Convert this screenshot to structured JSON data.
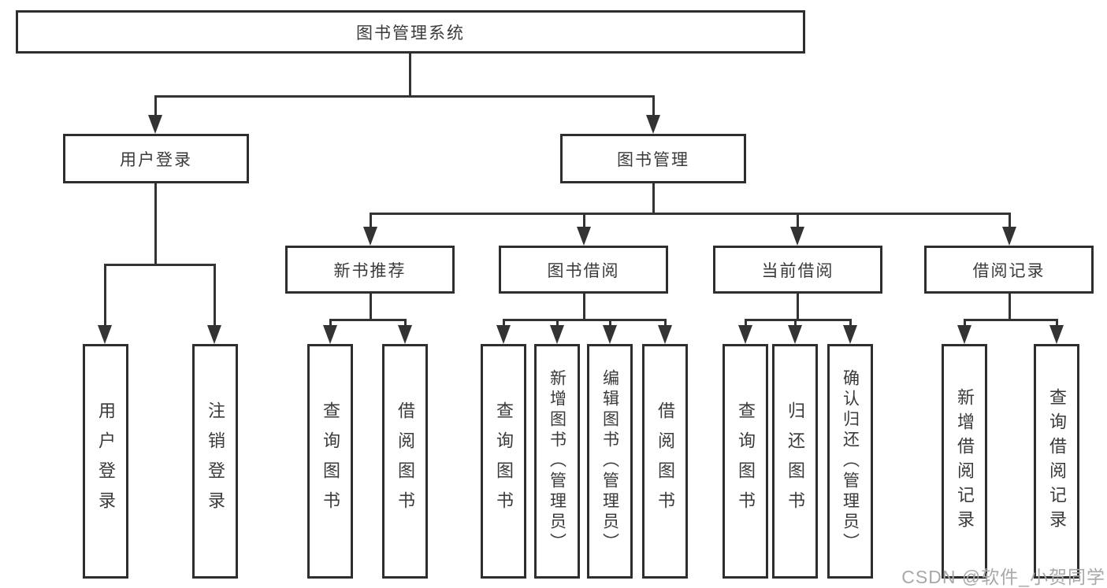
{
  "colors": {
    "line": "#333333",
    "box_border": "#2e2e2e",
    "text": "#3a3a3a",
    "watermark": "#a8a8a8",
    "background": "#ffffff"
  },
  "watermark": {
    "text": "CSDN @软件_小贺同学"
  },
  "tree": {
    "root": "图书管理系统",
    "children": [
      {
        "label": "用户登录",
        "children": [
          "用户登录",
          "注销登录"
        ]
      },
      {
        "label": "图书管理",
        "children": [
          {
            "label": "新书推荐",
            "children": [
              "查询图书",
              "借阅图书"
            ]
          },
          {
            "label": "图书借阅",
            "children": [
              "查询图书",
              "新增图书（管理员）",
              "编辑图书（管理员）",
              "借阅图书"
            ]
          },
          {
            "label": "当前借阅",
            "children": [
              "查询图书",
              "归还图书",
              "确认归还（管理员）"
            ]
          },
          {
            "label": "借阅记录",
            "children": [
              "新增借阅记录",
              "查询借阅记录"
            ]
          }
        ]
      }
    ]
  }
}
